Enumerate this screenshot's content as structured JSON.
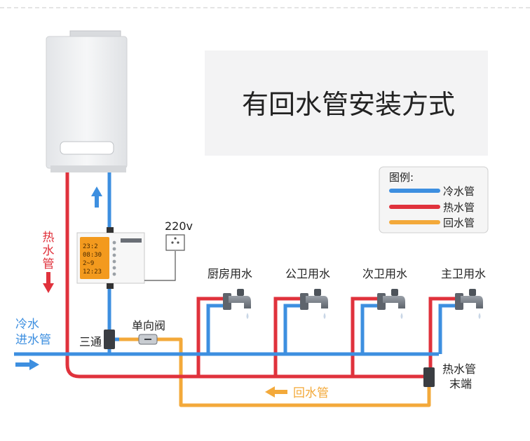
{
  "title": "有回水管安装方式",
  "legend": {
    "heading": "图例:",
    "items": [
      {
        "label": "冷水管",
        "color": "#3d8fe0"
      },
      {
        "label": "热水管",
        "color": "#e0323c"
      },
      {
        "label": "回水管",
        "color": "#f3a93a"
      }
    ]
  },
  "labels": {
    "hot_pipe_vertical": [
      "热",
      "水",
      "管"
    ],
    "cold_inlet": [
      "冷水",
      "进水管"
    ],
    "tee": "三通",
    "check_valve": "单向阀",
    "return_pipe": "回水管",
    "hot_end": [
      "热水管",
      "末端"
    ],
    "voltage": "220v"
  },
  "outlets": [
    "厨房用水",
    "公卫用水",
    "次卫用水",
    "主卫用水"
  ],
  "controller_display": [
    "23:2",
    "08:30",
    "2~9",
    "12:23"
  ],
  "colors": {
    "cold": "#3d8fe0",
    "hot": "#e0323c",
    "return": "#f3a93a",
    "heater_body": "#f1f2f4",
    "display_orange": "#f39a1e"
  }
}
